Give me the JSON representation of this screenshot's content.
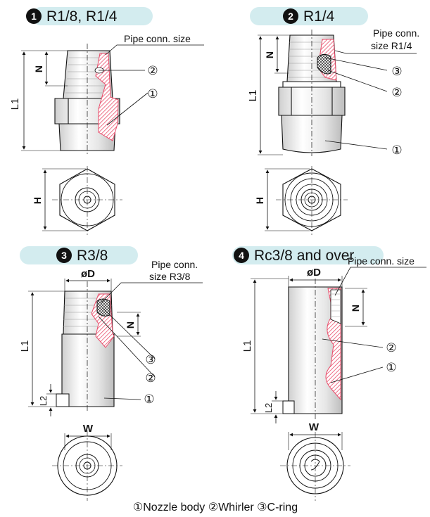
{
  "sections": [
    {
      "number": "1",
      "title": "R1/8, R1/4",
      "callout": "Pipe conn. size",
      "callout2": ""
    },
    {
      "number": "2",
      "title": "R1/4",
      "callout": "Pipe conn.",
      "callout2": "size R1/4"
    },
    {
      "number": "3",
      "title": "R3/8",
      "callout": "Pipe conn.",
      "callout2": "size R3/8"
    },
    {
      "number": "4",
      "title": "Rc3/8 and over",
      "callout": "Pipe conn. size",
      "callout2": ""
    }
  ],
  "dims": {
    "L1": "L1",
    "N": "N",
    "H": "H",
    "L2": "L2",
    "D": "øD",
    "W": "W"
  },
  "parts": {
    "p1": "①",
    "p2": "②",
    "p3": "③"
  },
  "legend": "①Nozzle body ②Whirler ③C-ring",
  "colors": {
    "banner": "#d3ecef",
    "hatch": "#e94c6a",
    "badge": "#111111"
  }
}
